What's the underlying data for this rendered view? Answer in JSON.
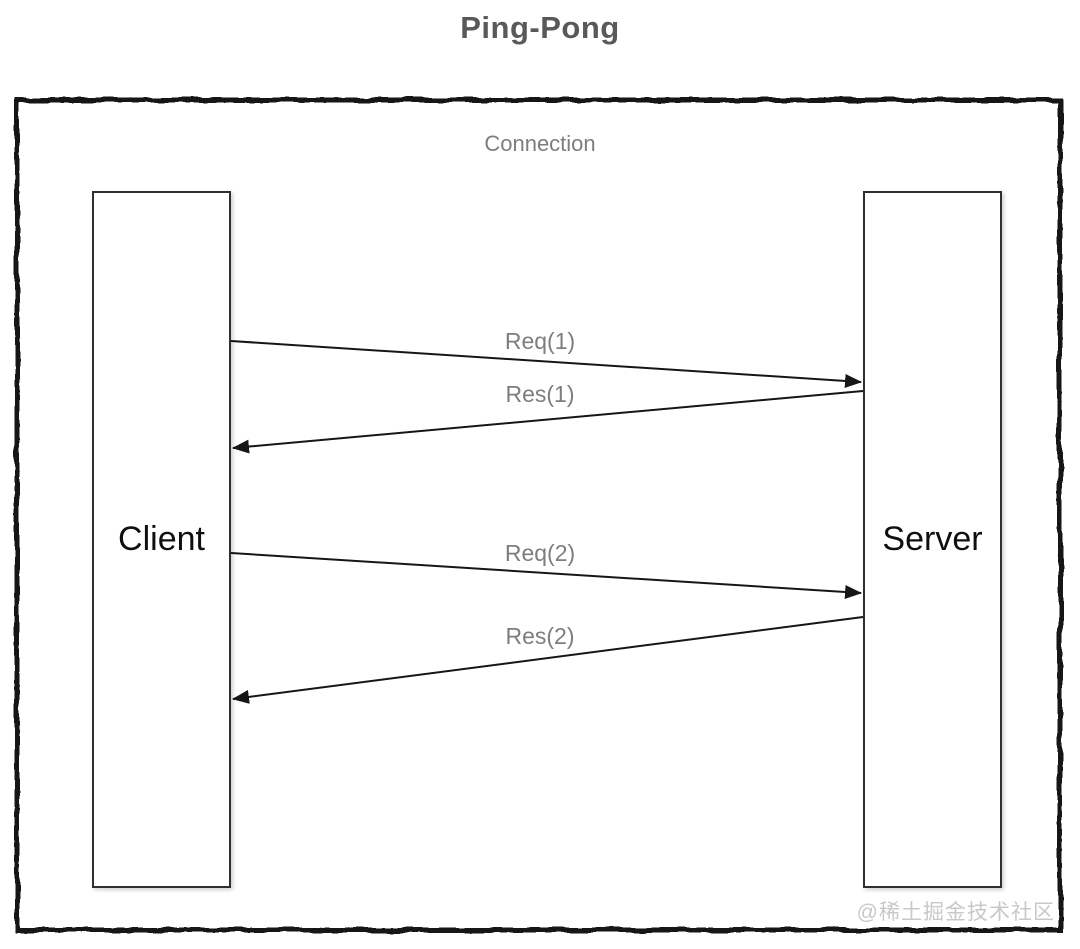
{
  "title": "Ping-Pong",
  "diagram": {
    "connection_label": "Connection",
    "nodes": [
      {
        "id": "client",
        "label": "Client"
      },
      {
        "id": "server",
        "label": "Server"
      }
    ],
    "messages": [
      {
        "label": "Req(1)",
        "from": "client",
        "to": "server"
      },
      {
        "label": "Res(1)",
        "from": "server",
        "to": "client"
      },
      {
        "label": "Req(2)",
        "from": "client",
        "to": "server"
      },
      {
        "label": "Res(2)",
        "from": "server",
        "to": "client"
      }
    ]
  },
  "watermark": "@稀土掘金技术社区",
  "colors": {
    "title_gray": "#595959",
    "label_gray": "#7e7e7e",
    "arrow_black": "#161616",
    "box_border": "#2f2f2f",
    "node_text": "#0f0f0f",
    "watermark_gray": "#c8c8c8",
    "background": "#ffffff"
  }
}
